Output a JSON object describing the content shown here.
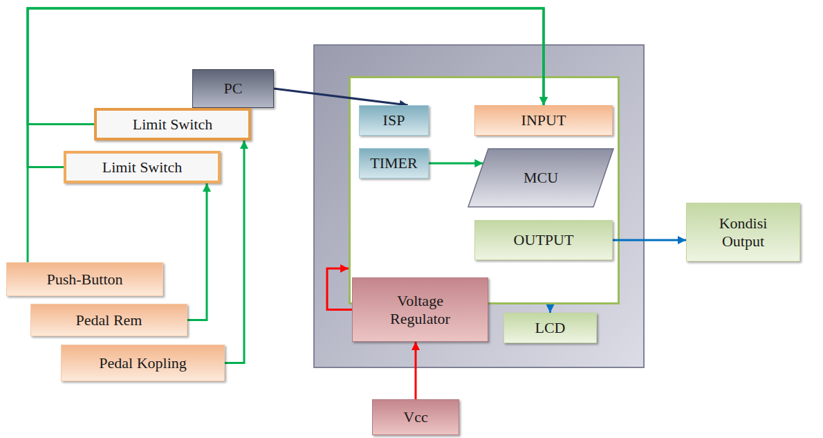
{
  "diagram": {
    "nodes": [
      {
        "text": [
          "PC"
        ]
      },
      {
        "text": []
      },
      {
        "text": [],
        "in": 1
      },
      {
        "text": [
          "ISP"
        ],
        "in": 2
      },
      {
        "text": [
          "INPUT"
        ],
        "in": 2
      },
      {
        "text": [
          "TIMER"
        ],
        "in": 2
      },
      {
        "text": [
          "MCU"
        ],
        "in": 2
      },
      {
        "text": [
          "OUTPUT"
        ],
        "in": 2
      },
      {
        "text": [
          "Voltage Regulator"
        ],
        "in": 1
      },
      {
        "text": [
          "LCD"
        ],
        "in": 1
      },
      {
        "text": [
          "Kondisi Output"
        ]
      },
      {
        "text": [
          "Limit Switch"
        ]
      },
      {
        "text": [
          "Limit Switch"
        ]
      },
      {
        "text": [
          "Push-Button"
        ]
      },
      {
        "text": [
          "Pedal Rem"
        ]
      },
      {
        "text": [
          "Pedal Kopling"
        ]
      },
      {
        "text": [
          "Vcc"
        ]
      }
    ],
    "edges": [
      {
        "from": 0,
        "to": 3,
        "arrow": "to"
      },
      {
        "from": 13,
        "to": 4,
        "arrow": "to"
      },
      {
        "from": 11,
        "to": 4,
        "arrow": "to"
      },
      {
        "from": 12,
        "to": 4,
        "arrow": "to"
      },
      {
        "from": 14,
        "to": 12,
        "arrow": "to"
      },
      {
        "from": 15,
        "to": 11,
        "arrow": "to"
      },
      {
        "from": 5,
        "to": 6,
        "arrow": "to"
      },
      {
        "from": 7,
        "to": 10,
        "arrow": "to"
      },
      {
        "from": 2,
        "to": 9,
        "arrow": "to"
      },
      {
        "from": 8,
        "to": 2,
        "arrow": "to"
      },
      {
        "from": 16,
        "to": 8,
        "arrow": "to"
      }
    ]
  }
}
